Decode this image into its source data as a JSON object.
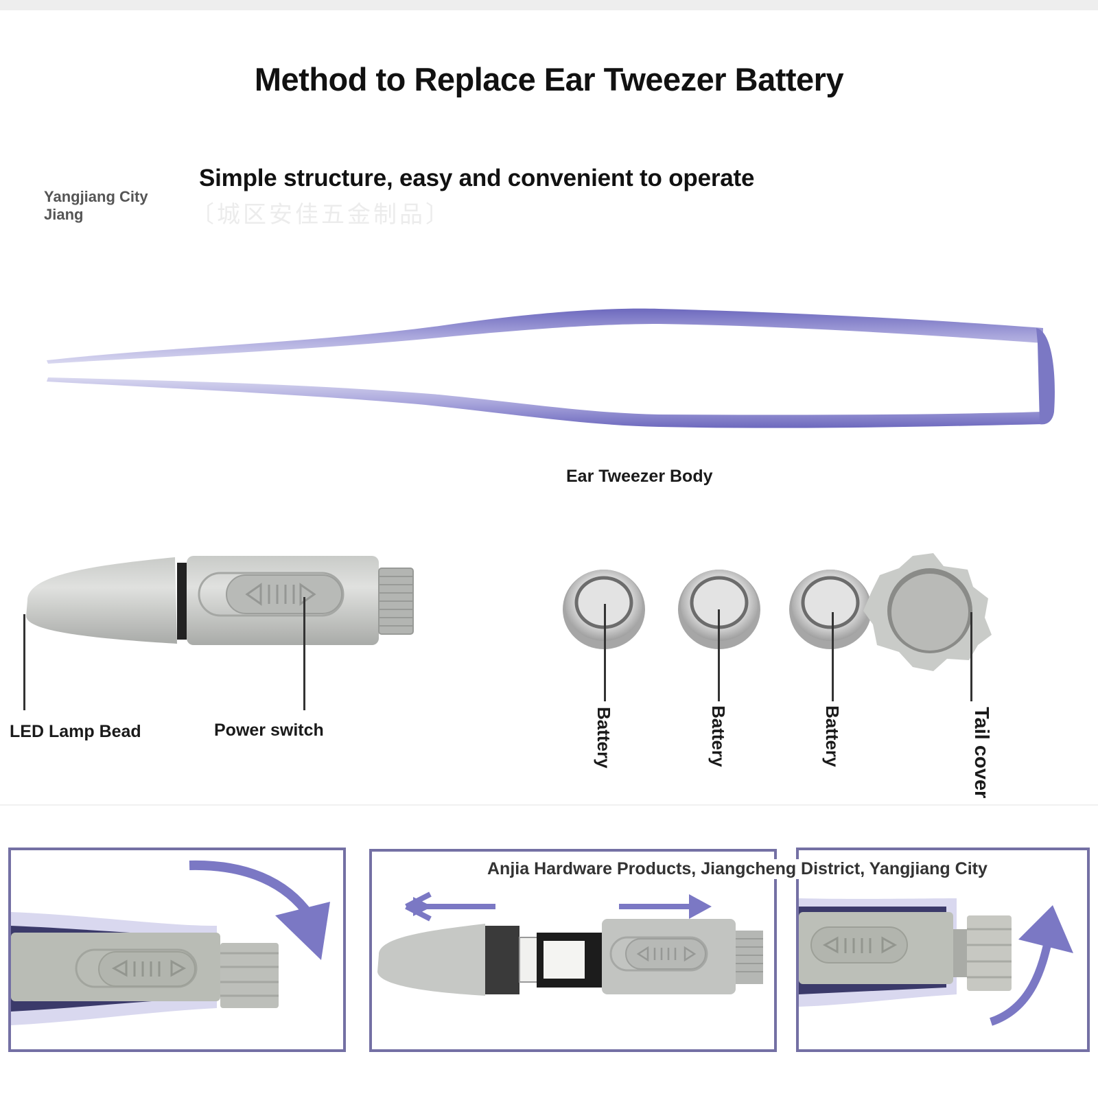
{
  "header": {
    "title": "Method to Replace Ear Tweezer Battery",
    "subtitle": "Simple structure, easy and convenient to operate",
    "watermark_line1": "Yangjiang City",
    "watermark_line2": "Jiang"
  },
  "parts": {
    "body_label": "Ear Tweezer Body",
    "led_label": "LED Lamp Bead",
    "switch_label": "Power switch",
    "batteries": [
      {
        "label": "Battery"
      },
      {
        "label": "Battery"
      },
      {
        "label": "Battery"
      }
    ],
    "tail_cover_label": "Tail cover"
  },
  "steps": {
    "caption": "Anjia Hardware Products, Jiangcheng District, Yangjiang City"
  },
  "colors": {
    "accent_purple": "#7b78c4",
    "frame_border": "#7470a4",
    "plastic_gray": "#b9bbb8",
    "metal_silver": "#c8c8c8",
    "top_band": "#eeeeee"
  }
}
